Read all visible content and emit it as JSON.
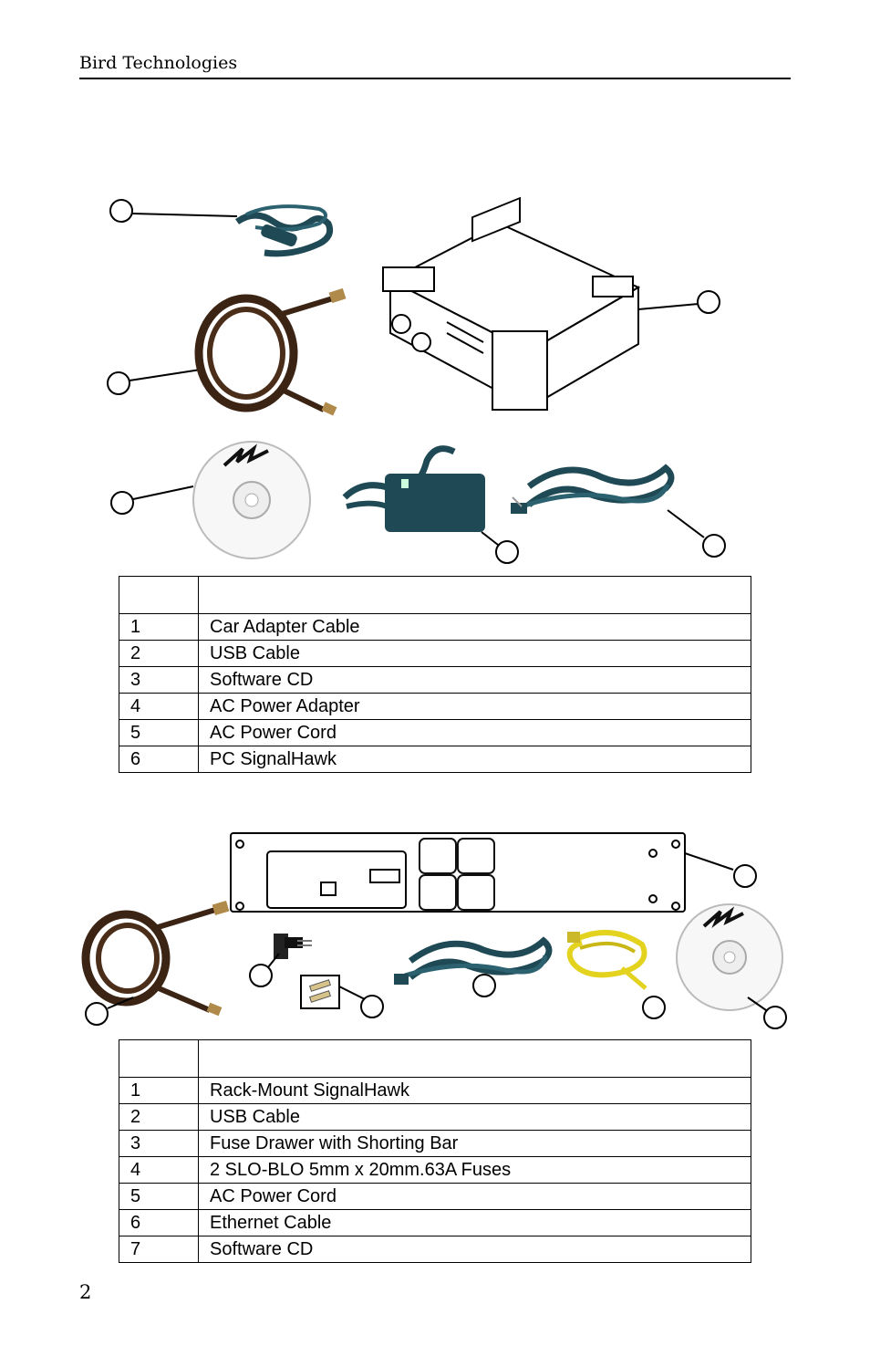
{
  "header": {
    "title": "Bird Technologies"
  },
  "page": {
    "number": "2"
  },
  "table1": {
    "rows": [
      {
        "num": "1",
        "item": "Car Adapter Cable"
      },
      {
        "num": "2",
        "item": "USB Cable"
      },
      {
        "num": "3",
        "item": "Software CD"
      },
      {
        "num": "4",
        "item": "AC Power Adapter"
      },
      {
        "num": "5",
        "item": "AC Power Cord"
      },
      {
        "num": "6",
        "item": "PC SignalHawk"
      }
    ]
  },
  "table2": {
    "rows": [
      {
        "num": "1",
        "item": "Rack-Mount SignalHawk"
      },
      {
        "num": "2",
        "item": "USB Cable"
      },
      {
        "num": "3",
        "item": "Fuse Drawer with Shorting Bar"
      },
      {
        "num": "4",
        "item": "2 SLO-BLO 5mm x 20mm.63A Fuses"
      },
      {
        "num": "5",
        "item": "AC Power Cord"
      },
      {
        "num": "6",
        "item": "Ethernet Cable"
      },
      {
        "num": "7",
        "item": "Software CD"
      }
    ]
  },
  "colors": {
    "cable_dark": "#3b2414",
    "cable_teal": "#1f4a55",
    "ethernet_yellow": "#e3d21e"
  }
}
